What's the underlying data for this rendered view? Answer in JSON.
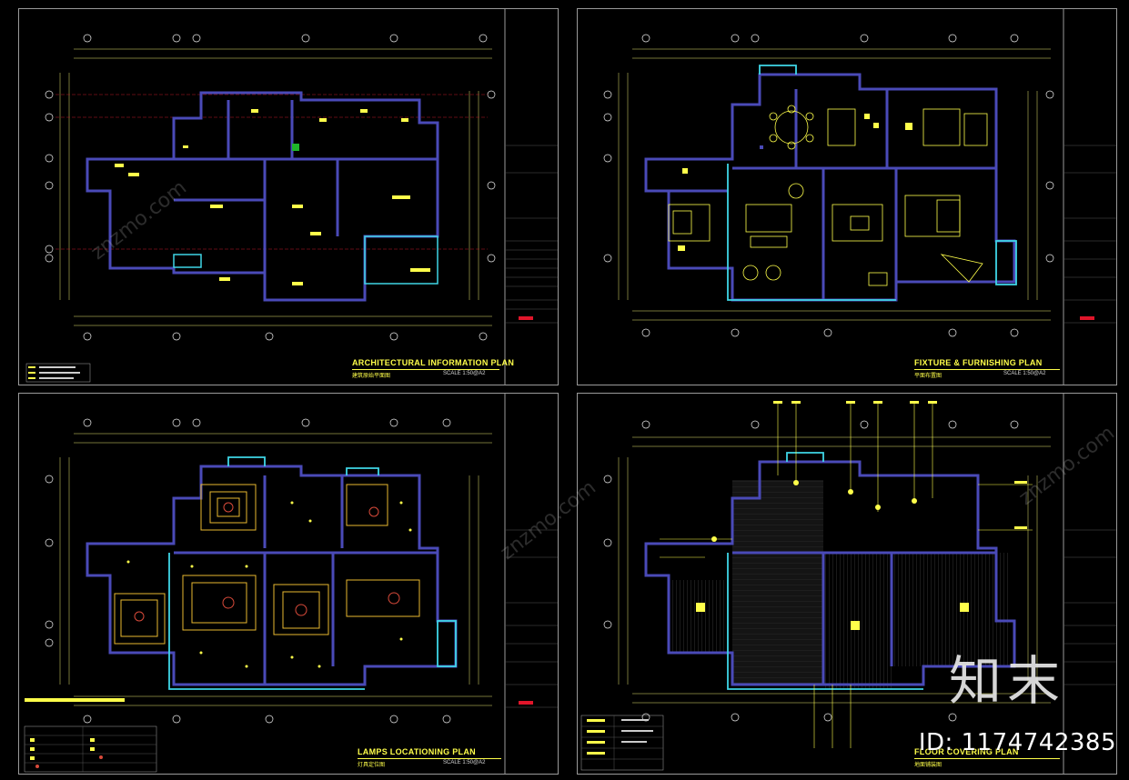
{
  "sheets": [
    {
      "title": "ARCHITECTURAL INFORMATION PLAN",
      "subtitle": "建筑原始平面图",
      "scale": "SCALE 1:50@A2"
    },
    {
      "title": "FIXTURE & FURNISHING PLAN",
      "subtitle": "平面布置图",
      "scale": "SCALE 1:50@A2"
    },
    {
      "title": "LAMPS LOCATIONING PLAN",
      "subtitle": "灯具定位图",
      "scale": "SCALE 1:50@A2"
    },
    {
      "title": "FLOOR COVERING PLAN",
      "subtitle": "地面铺装图",
      "scale": ""
    }
  ],
  "watermark": {
    "logo_text": "知末",
    "id_text": "ID: 1174742385",
    "diagonal_text": "znzmo.com"
  },
  "colors": {
    "background": "#000000",
    "frame": "#9a9a9a",
    "wall": "#4a4ab8",
    "wall_outer": "#3fd6e6",
    "annotation": "#ffff4a",
    "dimension": "#e8e870",
    "axis_bubble": "#f0f0f0",
    "furniture": "#ffff4a",
    "accent_red": "#e0152a"
  }
}
